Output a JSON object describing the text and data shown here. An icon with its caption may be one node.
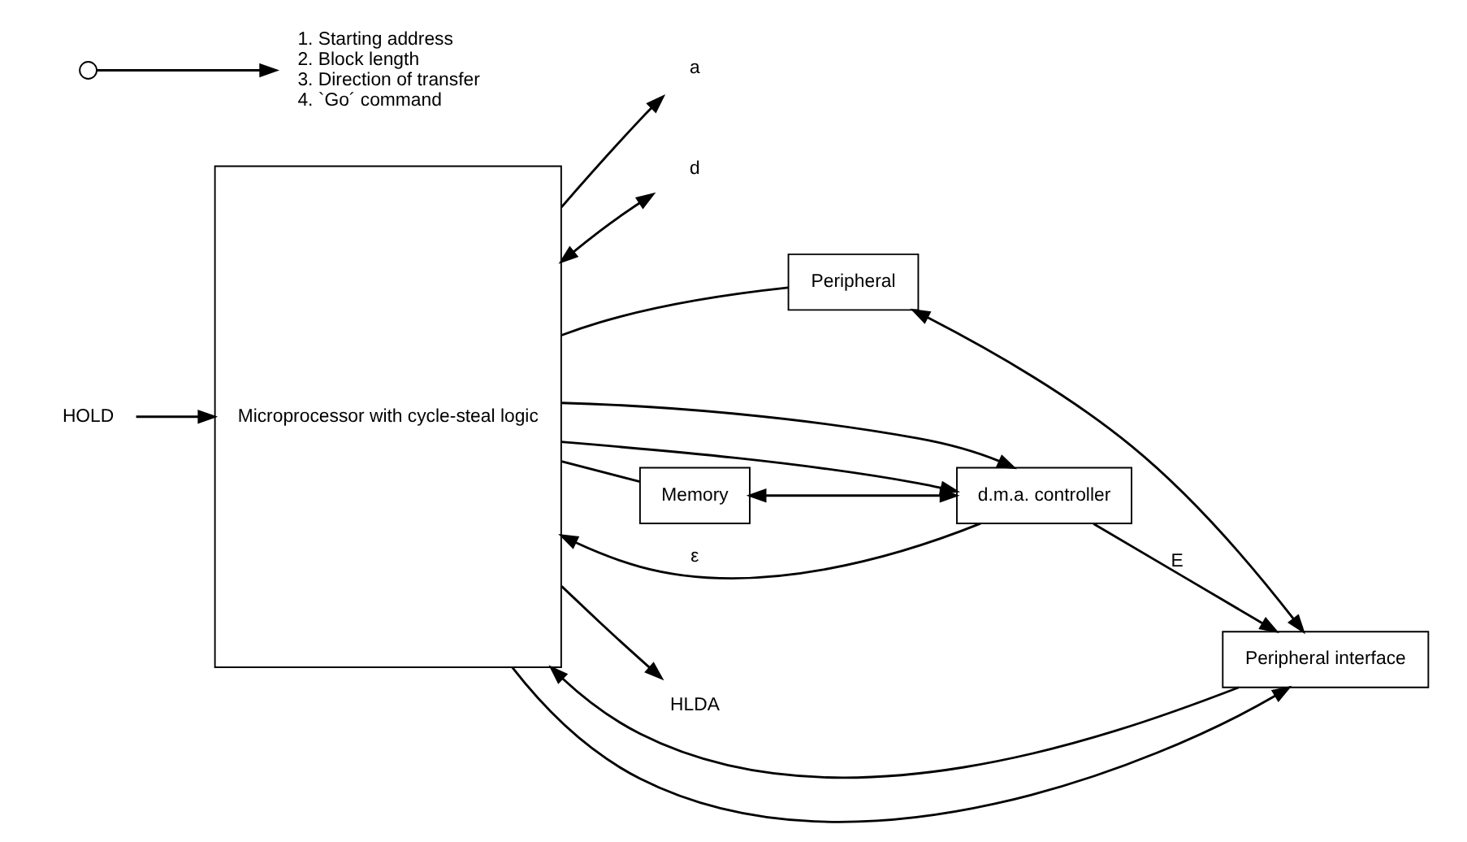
{
  "diagram": {
    "nodes": [
      {
        "text": [
          "Microprocessor with cycle-steal logic"
        ]
      },
      {
        "text": [
          "a"
        ]
      },
      {
        "text": [
          "d"
        ]
      },
      {
        "text": [
          "1. Starting address",
          "2. Block length",
          "3. Direction of transfer",
          "4. `Go´ command"
        ]
      },
      {
        "text": [
          "Memory"
        ]
      },
      {
        "text": [
          "Peripheral"
        ]
      },
      {
        "text": [
          "d.m.a. controller"
        ]
      },
      {
        "text": [
          "Peripheral interface"
        ]
      },
      {
        "text": [
          "HOLD"
        ]
      },
      {
        "text": [
          "HLDA"
        ]
      }
    ],
    "edges": [
      {
        "from": 0,
        "to": 1,
        "arrow": "to"
      },
      {
        "from": 0,
        "to": 2,
        "arrow": "both"
      },
      {
        "from": 0,
        "to": 6,
        "arrow": "to"
      },
      {
        "from": 0,
        "to": 4,
        "arrow": "none"
      },
      {
        "from": 0,
        "to": 5,
        "arrow": "none"
      },
      {
        "from": null,
        "to": 3,
        "arrow": "to"
      },
      {
        "from": 4,
        "to": 6,
        "arrow": "both"
      },
      {
        "from": 5,
        "to": 7,
        "arrow": "both"
      },
      {
        "from": 6,
        "to": 0,
        "arrow": "to",
        "label": "ε"
      },
      {
        "from": 6,
        "to": 7,
        "arrow": "to",
        "label": "E"
      },
      {
        "from": 8,
        "to": 0,
        "arrow": "to"
      },
      {
        "from": 7,
        "to": 0,
        "arrow": "to"
      },
      {
        "from": 0,
        "to": 9,
        "arrow": "to"
      },
      {
        "from": 0,
        "to": 6,
        "arrow": "to"
      },
      {
        "from": 0,
        "to": 7,
        "arrow": "to"
      }
    ]
  }
}
